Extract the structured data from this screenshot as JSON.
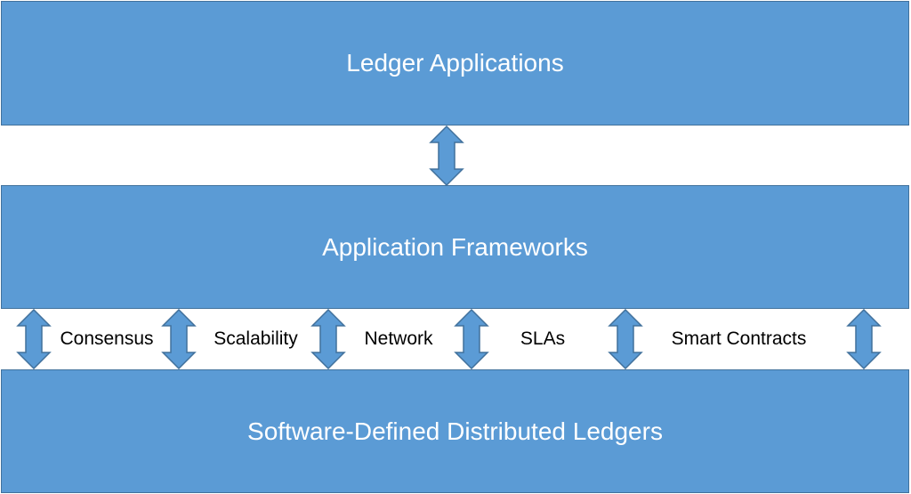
{
  "layers": {
    "top": "Ledger Applications",
    "middle": "Application Frameworks",
    "bottom": "Software-Defined Distributed Ledgers"
  },
  "concerns": [
    "Consensus",
    "Scalability",
    "Network",
    "SLAs",
    "Smart Contracts"
  ],
  "colors": {
    "box_fill": "#5b9bd5",
    "box_border": "#41719c",
    "text_light": "#ffffff",
    "text_dark": "#000000"
  },
  "icons": {
    "arrow": "double-headed-vertical-arrow"
  }
}
